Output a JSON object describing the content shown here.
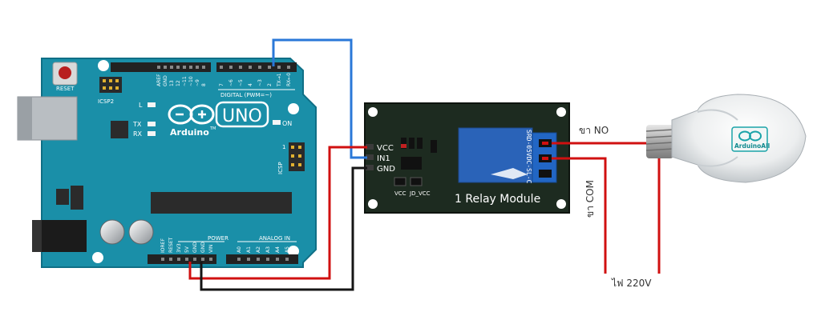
{
  "arduino": {
    "reset_label": "RESET",
    "icsp2_label": "ICSP2",
    "led_l": "L",
    "led_tx": "TX",
    "led_rx": "RX",
    "logo_text": "Arduino",
    "logo_tm": "TM",
    "model": "UNO",
    "on_label": "ON",
    "digital_label": "DIGITAL (PWM=~)",
    "icsp_label": "ICSP",
    "icsp_pin1": "1",
    "power_label": "POWER",
    "analog_label": "ANALOG IN",
    "top_pins": [
      "AREF",
      "GND",
      "13",
      "12",
      "~11",
      "~10",
      "~9",
      "8",
      "7",
      "~6",
      "~5",
      "4",
      "~3",
      "2",
      "TX→1",
      "RX←0"
    ],
    "bottom_power_pins": [
      "IOREF",
      "RESET",
      "3V3",
      "5V",
      "GND",
      "GND",
      "VIN"
    ],
    "bottom_analog_pins": [
      "A0",
      "A1",
      "A2",
      "A3",
      "A4",
      "A5"
    ]
  },
  "relay": {
    "pin_vcc": "VCC",
    "pin_in1": "IN1",
    "pin_gnd": "GND",
    "relay_part": "SRD-05VDC-SL-C",
    "label_vcc": "VCC",
    "label_jd_vcc": "JD_VCC",
    "title": "1 Relay Module"
  },
  "labels": {
    "no": "ขา NO",
    "com": "ขา COM",
    "power": "ไฟ 220V"
  },
  "bulb": {
    "brand": "ArduinoAll"
  },
  "colors": {
    "board": "#1a8fa8",
    "board_edge": "#0f6f86",
    "relay_board": "#1d2b20",
    "relay_cube": "#2a63b8",
    "wire_red": "#d01010",
    "wire_black": "#151515",
    "wire_blue": "#2a78d8"
  }
}
